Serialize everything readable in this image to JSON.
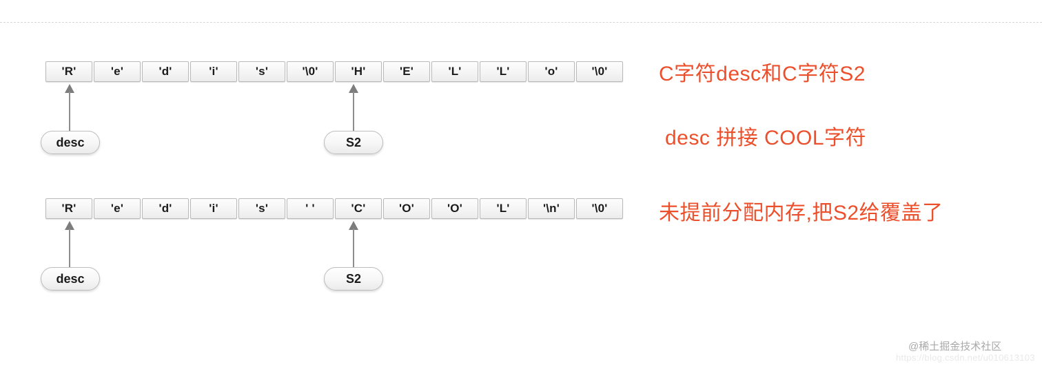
{
  "diagram": {
    "title": "C string desc / S2 memory layout",
    "accent_color": "#ec4f2b",
    "rows": [
      {
        "id": "row-before",
        "cells": [
          "'R'",
          "'e'",
          "'d'",
          "'i'",
          "'s'",
          "'\\0'",
          "'H'",
          "'E'",
          "'L'",
          "'L'",
          "'o'",
          "'\\0'"
        ],
        "pointers": [
          {
            "label": "desc",
            "cell_index": 0
          },
          {
            "label": "S2",
            "cell_index": 6
          }
        ]
      },
      {
        "id": "row-after",
        "cells": [
          "'R'",
          "'e'",
          "'d'",
          "'i'",
          "'s'",
          "' '",
          "'C'",
          "'O'",
          "'O'",
          "'L'",
          "'\\n'",
          "'\\0'"
        ],
        "pointers": [
          {
            "label": "desc",
            "cell_index": 0
          },
          {
            "label": "S2",
            "cell_index": 6
          }
        ]
      }
    ],
    "notes": [
      {
        "id": "note-1",
        "text": "C字符desc和C字符S2"
      },
      {
        "id": "note-2",
        "text": "desc 拼接 COOL字符"
      },
      {
        "id": "note-3",
        "text": "未提前分配内存,把S2给覆盖了"
      }
    ]
  },
  "watermark": {
    "handle": "@稀土掘金技术社区",
    "url": "https://blog.csdn.net/u010613103"
  }
}
